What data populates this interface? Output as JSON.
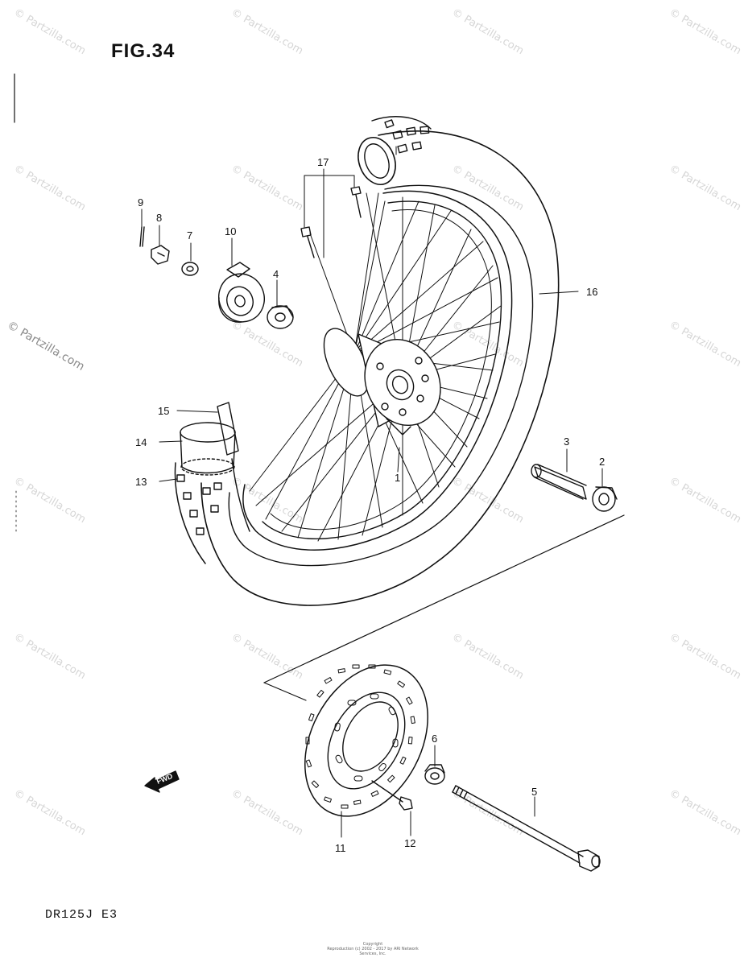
{
  "figure_title": "FIG.34",
  "model_code": "DR125J E3",
  "copyright_line1": "Copyright",
  "copyright_line2": "Reproduction (c) 2002 - 2017 by ARI Network Services, Inc.",
  "watermark": "© Partzilla.com",
  "fwd_label": "FWD",
  "callouts": [
    "1",
    "2",
    "3",
    "4",
    "5",
    "6",
    "7",
    "8",
    "9",
    "10",
    "11",
    "12",
    "13",
    "14",
    "15",
    "16",
    "17"
  ],
  "colors": {
    "line": "#111111",
    "watermark": "#d6d6d6"
  }
}
